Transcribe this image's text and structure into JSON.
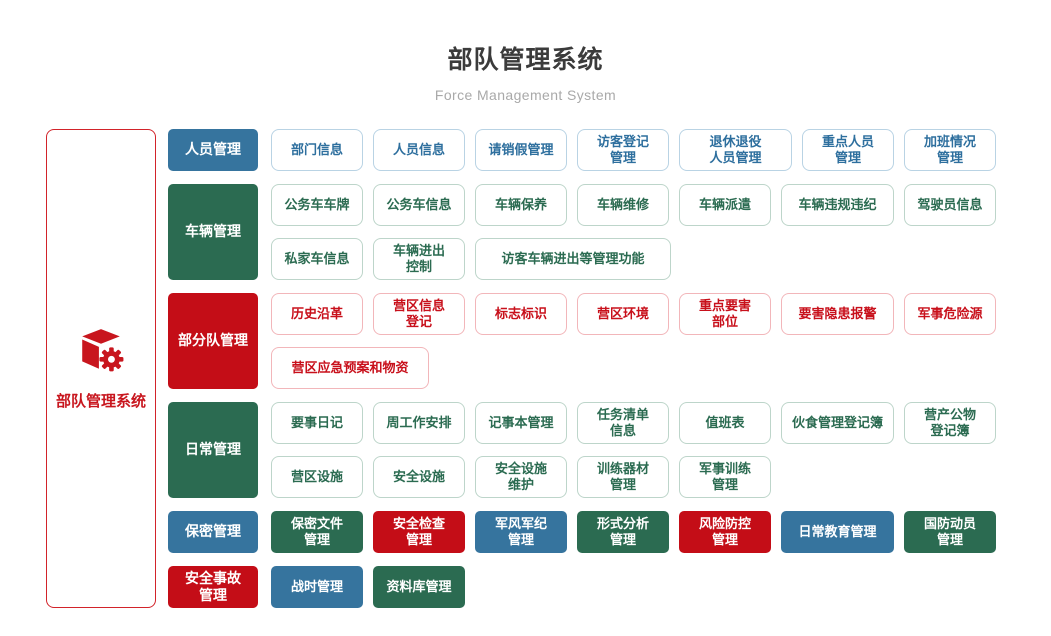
{
  "header": {
    "title": "部队管理系统",
    "subtitle": "Force Management System"
  },
  "sidebar": {
    "label": "部队管理系统",
    "icon": "cube-gear-icon"
  },
  "palette": {
    "blue": "#36749E",
    "green": "#2B6B51",
    "red": "#C40D17",
    "blue_border": "#B9D3E4",
    "green_border": "#BDD5CA",
    "red_border": "#F2B6BA",
    "sidebar_border": "#D2232A",
    "title_color": "#3B3B3B",
    "subtitle_color": "#A9A9A9"
  },
  "groups": [
    {
      "label": "人员管理",
      "color": "blue",
      "rows": [
        [
          "部门信息",
          "人员信息",
          "请销假管理",
          "访客登记\n管理",
          "退休退役\n人员管理",
          "重点人员\n管理",
          "加班情况\n管理"
        ]
      ]
    },
    {
      "label": "车辆管理",
      "color": "green",
      "rows": [
        [
          "公务车车牌",
          "公务车信息",
          "车辆保养",
          "车辆维修",
          "车辆派遣",
          "车辆违规违纪",
          "驾驶员信息"
        ],
        [
          "私家车信息",
          "车辆进出\n控制",
          "访客车辆进出等管理功能"
        ]
      ]
    },
    {
      "label": "部分队管理",
      "color": "red",
      "rows": [
        [
          "历史沿革",
          "营区信息\n登记",
          "标志标识",
          "营区环境",
          "重点要害\n部位",
          "要害隐患报警",
          "军事危险源"
        ],
        [
          "营区应急预案和物资"
        ]
      ]
    },
    {
      "label": "日常管理",
      "color": "green",
      "rows": [
        [
          "要事日记",
          "周工作安排",
          "记事本管理",
          "任务清单\n信息",
          "值班表",
          "伙食管理登记簿",
          "营产公物\n登记簿"
        ],
        [
          "营区设施",
          "安全设施",
          "安全设施\n维护",
          "训练器材\n管理",
          "军事训练\n管理"
        ]
      ]
    }
  ],
  "solid_groups": [
    {
      "label": "保密管理",
      "color": "blue",
      "items": [
        {
          "label": "保密文件\n管理",
          "color": "green"
        },
        {
          "label": "安全检查\n管理",
          "color": "red"
        },
        {
          "label": "军风军纪\n管理",
          "color": "blue"
        },
        {
          "label": "形式分析\n管理",
          "color": "green"
        },
        {
          "label": "风险防控\n管理",
          "color": "red"
        },
        {
          "label": "日常教育管理",
          "color": "blue"
        },
        {
          "label": "国防动员\n管理",
          "color": "green"
        }
      ]
    },
    {
      "label": "安全事故\n管理",
      "color": "red",
      "items": [
        {
          "label": "战时管理",
          "color": "blue"
        },
        {
          "label": "资料库管理",
          "color": "green"
        }
      ]
    }
  ]
}
